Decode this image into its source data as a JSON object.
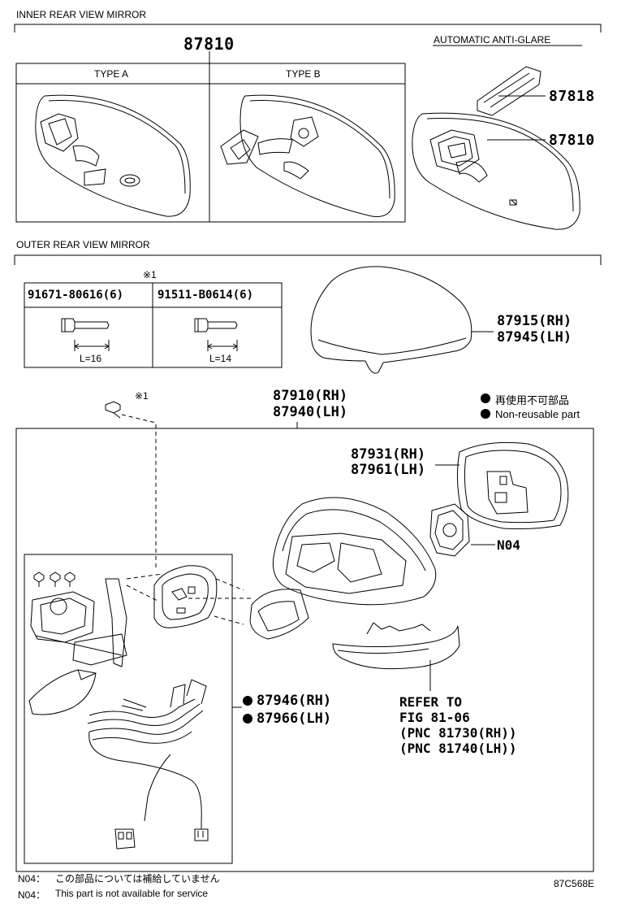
{
  "sections": {
    "inner": "INNER REAR VIEW MIRROR",
    "outer": "OUTER REAR VIEW MIRROR"
  },
  "inner": {
    "main_part": "87810",
    "type_a": "TYPE A",
    "type_b": "TYPE B",
    "auto_title": "AUTOMATIC ANTI-GLARE",
    "part_87818": "87818",
    "part_87810b": "87810"
  },
  "outer": {
    "bolt_marker": "※1",
    "bolt1_part": "91671-80616(6)",
    "bolt2_part": "91511-B0614(6)",
    "bolt1_len": "L=16",
    "bolt2_len": "L=14",
    "cover_rh": "87915(RH)",
    "cover_lh": "87945(LH)",
    "assy_rh": "87910(RH)",
    "assy_lh": "87940(LH)",
    "screw_marker": "※1",
    "legend_jp": "再使用不可部品",
    "legend_en": "Non-reusable part",
    "glass_rh": "87931(RH)",
    "glass_lh": "87961(LH)",
    "motor": "N04",
    "harness_rh": "87946(RH)",
    "harness_lh": "87966(LH)",
    "refer": [
      "REFER TO",
      "FIG 81-06",
      "(PNC 81730(RH))",
      "(PNC 81740(LH))"
    ]
  },
  "footer": {
    "note_jp_key": "N04：",
    "note_jp": "この部品については補給していません",
    "note_en_key": "N04：",
    "note_en": "This part is not available for service",
    "code": "87C568E"
  }
}
